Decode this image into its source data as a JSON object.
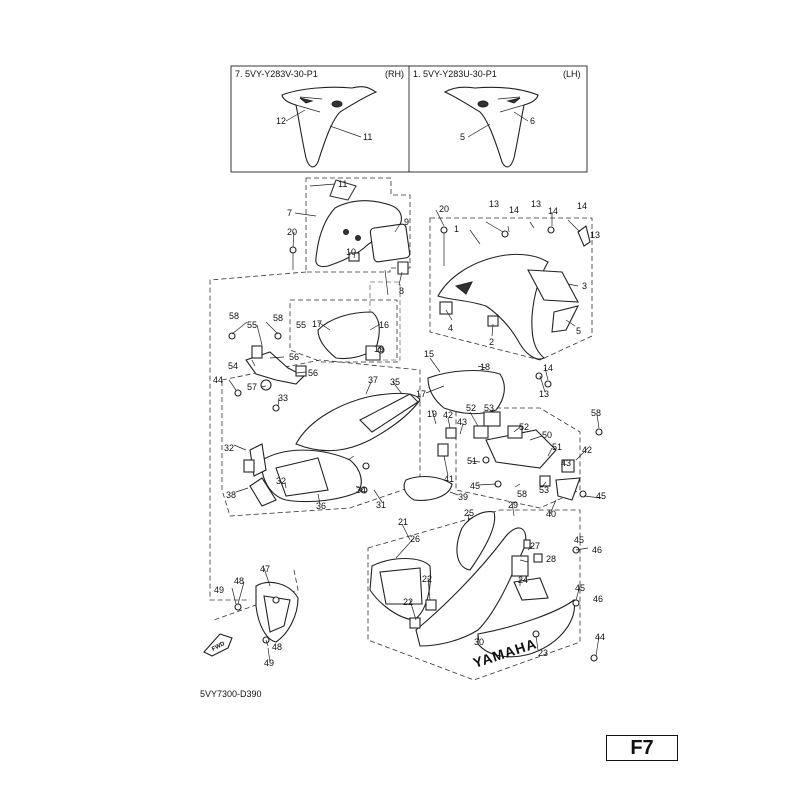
{
  "variants": {
    "rh": {
      "label": "7. 5VY-Y283V-30-P1",
      "side": "(RH)"
    },
    "lh": {
      "label": "1. 5VY-Y283U-30-P1",
      "side": "(LH)"
    }
  },
  "diagram_code": "5VY7300-D390",
  "page_label": "F7",
  "fwd_label": "FWD",
  "brand_text": "YAMAHA",
  "callouts": {
    "c1": "12",
    "c2": "11",
    "c3": "6",
    "c4": "5",
    "c5": "11",
    "c6": "7",
    "c7": "9",
    "c8": "20",
    "c9": "10",
    "c10": "8",
    "c11": "20",
    "c12": "1",
    "c13": "13",
    "c14": "14",
    "c15": "13",
    "c16": "14",
    "c17": "14",
    "c18": "13",
    "c19": "3",
    "c20": "5",
    "c21": "4",
    "c22": "2",
    "c23": "58",
    "c24": "55",
    "c25": "58",
    "c26": "55",
    "c27": "17",
    "c28": "16",
    "c29": "54",
    "c30": "56",
    "c31": "19",
    "c32": "57",
    "c33": "56",
    "c34": "44",
    "c35": "33",
    "c36": "37",
    "c37": "35",
    "c38": "15",
    "c39": "18",
    "c40": "17",
    "c41": "14",
    "c42": "13",
    "c43": "19",
    "c44": "42",
    "c45": "43",
    "c46": "53",
    "c47": "52",
    "c48": "52",
    "c49": "50",
    "c50": "51",
    "c51": "58",
    "c52": "42",
    "c53": "43",
    "c54": "51",
    "c55": "41",
    "c56": "45",
    "c57": "58",
    "c58": "53",
    "c59": "45",
    "c60": "40",
    "c61": "32",
    "c62": "38",
    "c63": "32",
    "c64": "36",
    "c65": "34",
    "c66": "31",
    "c67": "39",
    "c68": "21",
    "c69": "26",
    "c70": "25",
    "c71": "29",
    "c72": "27",
    "c73": "28",
    "c74": "24",
    "c75": "45",
    "c76": "46",
    "c77": "45",
    "c78": "46",
    "c79": "22",
    "c80": "22",
    "c81": "30",
    "c82": "23",
    "c83": "44",
    "c84": "47",
    "c85": "48",
    "c86": "49",
    "c87": "48",
    "c88": "49"
  }
}
